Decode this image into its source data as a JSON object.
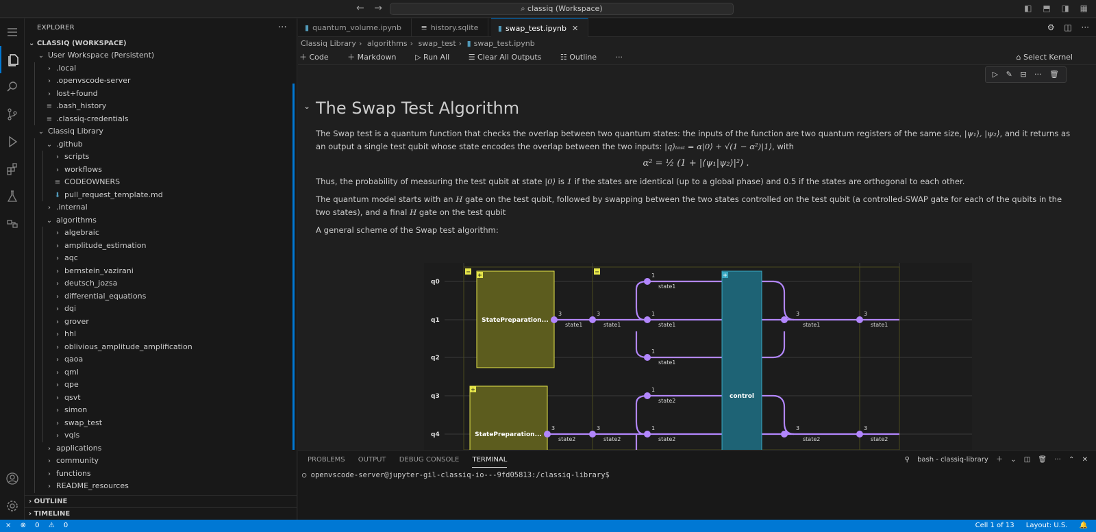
{
  "titlebar": {
    "search_text": "classiq (Workspace)",
    "nav_back": "←",
    "nav_forward": "→"
  },
  "sidebar": {
    "title": "EXPLORER",
    "more": "···",
    "workspace_header": "CLASSIQ (WORKSPACE)",
    "tree": [
      {
        "label": "User Workspace (Persistent)",
        "depth": 1,
        "kind": "folder-open"
      },
      {
        "label": ".local",
        "depth": 2,
        "kind": "folder"
      },
      {
        "label": ".openvscode-server",
        "depth": 2,
        "kind": "folder"
      },
      {
        "label": "lost+found",
        "depth": 2,
        "kind": "folder"
      },
      {
        "label": ".bash_history",
        "depth": 2,
        "kind": "file"
      },
      {
        "label": ".classiq-credentials",
        "depth": 2,
        "kind": "file"
      },
      {
        "label": "Classiq Library",
        "depth": 1,
        "kind": "folder-open"
      },
      {
        "label": ".github",
        "depth": 2,
        "kind": "folder-open"
      },
      {
        "label": "scripts",
        "depth": 3,
        "kind": "folder"
      },
      {
        "label": "workflows",
        "depth": 3,
        "kind": "folder"
      },
      {
        "label": "CODEOWNERS",
        "depth": 3,
        "kind": "file"
      },
      {
        "label": "pull_request_template.md",
        "depth": 3,
        "kind": "md"
      },
      {
        "label": ".internal",
        "depth": 2,
        "kind": "folder"
      },
      {
        "label": "algorithms",
        "depth": 2,
        "kind": "folder-open"
      },
      {
        "label": "algebraic",
        "depth": 3,
        "kind": "folder"
      },
      {
        "label": "amplitude_estimation",
        "depth": 3,
        "kind": "folder"
      },
      {
        "label": "aqc",
        "depth": 3,
        "kind": "folder"
      },
      {
        "label": "bernstein_vazirani",
        "depth": 3,
        "kind": "folder"
      },
      {
        "label": "deutsch_jozsa",
        "depth": 3,
        "kind": "folder"
      },
      {
        "label": "differential_equations",
        "depth": 3,
        "kind": "folder"
      },
      {
        "label": "dqi",
        "depth": 3,
        "kind": "folder"
      },
      {
        "label": "grover",
        "depth": 3,
        "kind": "folder"
      },
      {
        "label": "hhl",
        "depth": 3,
        "kind": "folder"
      },
      {
        "label": "oblivious_amplitude_amplification",
        "depth": 3,
        "kind": "folder"
      },
      {
        "label": "qaoa",
        "depth": 3,
        "kind": "folder"
      },
      {
        "label": "qml",
        "depth": 3,
        "kind": "folder"
      },
      {
        "label": "qpe",
        "depth": 3,
        "kind": "folder"
      },
      {
        "label": "qsvt",
        "depth": 3,
        "kind": "folder"
      },
      {
        "label": "simon",
        "depth": 3,
        "kind": "folder"
      },
      {
        "label": "swap_test",
        "depth": 3,
        "kind": "folder"
      },
      {
        "label": "vqls",
        "depth": 3,
        "kind": "folder"
      },
      {
        "label": "applications",
        "depth": 2,
        "kind": "folder"
      },
      {
        "label": "community",
        "depth": 2,
        "kind": "folder"
      },
      {
        "label": "functions",
        "depth": 2,
        "kind": "folder"
      },
      {
        "label": "README_resources",
        "depth": 2,
        "kind": "folder"
      }
    ],
    "outline_header": "OUTLINE",
    "timeline_header": "TIMELINE"
  },
  "tabs": [
    {
      "label": "quantum_volume.ipynb",
      "icon": "notebook-icon",
      "active": false
    },
    {
      "label": "history.sqlite",
      "icon": "file-icon",
      "active": false
    },
    {
      "label": "swap_test.ipynb",
      "icon": "notebook-icon",
      "active": true
    }
  ],
  "breadcrumb": [
    "Classiq Library",
    "algorithms",
    "swap_test",
    "swap_test.ipynb"
  ],
  "toolbar": {
    "code": "Code",
    "markdown": "Markdown",
    "run_all": "Run All",
    "clear_outputs": "Clear All Outputs",
    "outline": "Outline",
    "more": "···",
    "kernel": "Select Kernel"
  },
  "cell": {
    "heading": "The Swap Test Algorithm",
    "p1a": "The Swap test is a quantum function that checks the overlap between two quantum states: the inputs of the function are two quantum registers of the same size, ",
    "p1m1": "|ψ₁⟩, |ψ₂⟩",
    "p1b": ", and it returns as an output a single test qubit whose state encodes the overlap between the two inputs: ",
    "p1m2": "|q⟩ₜₑₛₜ = α|0⟩ + √(1 − α²)|1⟩",
    "p1c": ", with",
    "equation": "α² = ½ (1 + |⟨ψ₁|ψ₂⟩|²) .",
    "p2a": "Thus, the probability of measuring the test qubit at state ",
    "p2m1": "|0⟩",
    "p2b": " is ",
    "p2m2": "1",
    "p2c": " if the states are identical (up to a global phase) and 0.5 if the states are orthogonal to each other.",
    "p3a": "The quantum model starts with an ",
    "p3m1": "H",
    "p3b": " gate on the test qubit, followed by swapping between the two states controlled on the test qubit (a controlled-SWAP gate for each of the qubits in the two states), and a final ",
    "p3m2": "H",
    "p3c": " gate on the test qubit",
    "p4": "A general scheme of the Swap test algorithm:"
  },
  "circuit": {
    "qubits": [
      "q0",
      "q1",
      "q2",
      "q3",
      "q4"
    ],
    "block1": "StatePreparation...",
    "block2": "StatePreparation...",
    "control": "control",
    "width3": "3",
    "width1": "1",
    "state1": "state1",
    "state2": "state2",
    "minus": "−",
    "plus": "+"
  },
  "panel": {
    "tabs": [
      "PROBLEMS",
      "OUTPUT",
      "DEBUG CONSOLE",
      "TERMINAL"
    ],
    "active_tab": "TERMINAL",
    "terminal_name": "bash - classiq-library",
    "prompt": "openvscode-server@jupyter-gil-classiq-io---9fd05813:/classiq-library$"
  },
  "statusbar": {
    "errors": "0",
    "warnings": "0",
    "cell": "Cell 1 of 13",
    "layout": "Layout: U.S."
  },
  "colors": {
    "accent": "#0078d4",
    "wire": "#b286fd",
    "block_fill": "#5c5c1e",
    "block_stroke": "#e6e64a",
    "control_fill": "#1e6375"
  }
}
